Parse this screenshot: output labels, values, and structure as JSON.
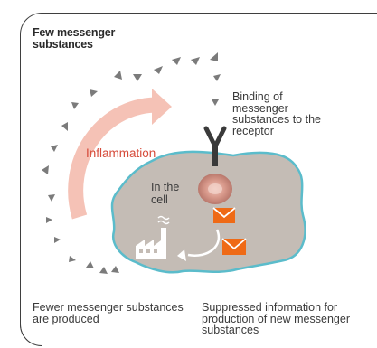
{
  "title": "Few messenger substances",
  "labels": {
    "binding": "Binding of messenger substances to the receptor",
    "inflammation": "Inflammation",
    "in_the_cell": "In the cell",
    "fewer_produced": "Fewer messenger substances are produced",
    "suppressed_info": "Suppressed information for production of new messenger substances"
  },
  "colors": {
    "cell_fill": "#c4bcb5",
    "cell_border": "#5bbccb",
    "inflammation_text": "#d64b3a",
    "inflammation_arrow": "#f5c2b6",
    "envelope": "#ef6a16",
    "messenger_triangle": "#7b7b7b",
    "receptor": "#3a3a3a"
  }
}
